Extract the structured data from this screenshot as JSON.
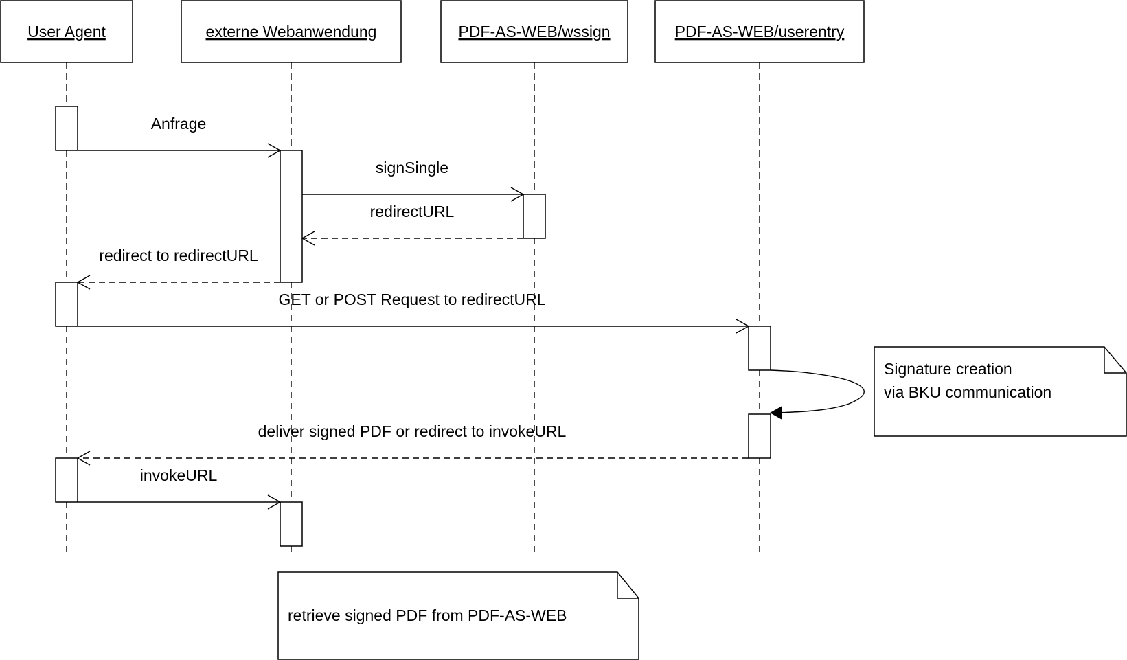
{
  "participants": [
    {
      "id": "ua",
      "label": "User Agent"
    },
    {
      "id": "ext",
      "label": "externe Webanwendung"
    },
    {
      "id": "wssign",
      "label": "PDF-AS-WEB/wssign"
    },
    {
      "id": "userentry",
      "label": "PDF-AS-WEB/userentry"
    }
  ],
  "messages": [
    {
      "id": "anfrage",
      "label": "Anfrage",
      "from": "ua",
      "to": "ext",
      "style": "solid"
    },
    {
      "id": "signsingle",
      "label": "signSingle",
      "from": "ext",
      "to": "wssign",
      "style": "solid"
    },
    {
      "id": "redirecturl-reply",
      "label": "redirectURL",
      "from": "wssign",
      "to": "ext",
      "style": "dashed"
    },
    {
      "id": "redirect-to",
      "label": "redirect to redirectURL",
      "from": "ext",
      "to": "ua",
      "style": "dashed"
    },
    {
      "id": "get-post",
      "label": "GET or POST Request to redirectURL",
      "from": "ua",
      "to": "userentry",
      "style": "solid"
    },
    {
      "id": "self-call",
      "label": "",
      "from": "userentry",
      "to": "userentry",
      "style": "solid-filled"
    },
    {
      "id": "deliver",
      "label": "deliver signed PDF or redirect to invokeURL",
      "from": "userentry",
      "to": "ua",
      "style": "dashed"
    },
    {
      "id": "invokeurl",
      "label": "invokeURL",
      "from": "ua",
      "to": "ext",
      "style": "solid"
    }
  ],
  "notes": [
    {
      "id": "signature-note",
      "lines": [
        "Signature creation",
        "via BKU communication"
      ]
    },
    {
      "id": "retrieve-note",
      "lines": [
        "retrieve signed PDF from PDF-AS-WEB"
      ]
    }
  ]
}
